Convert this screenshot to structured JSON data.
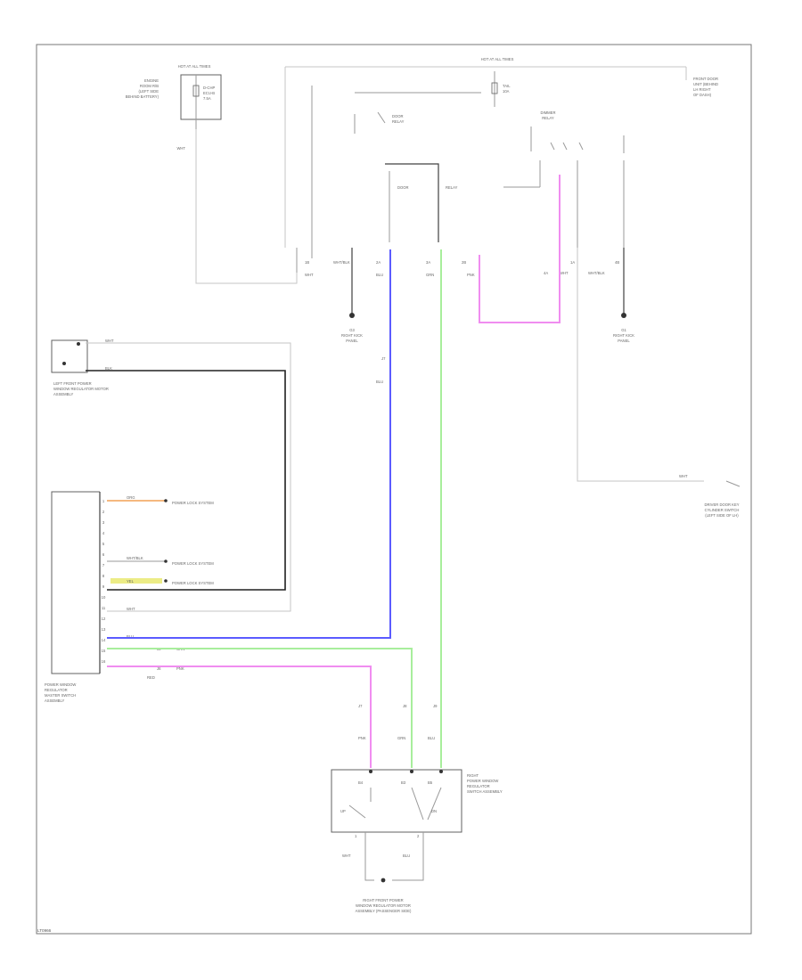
{
  "diagram": {
    "footer_code": "LT0966",
    "colors": {
      "blue": "#5b5bff",
      "green": "#a8ee9c",
      "pink": "#f08df0",
      "orange": "#f2a055",
      "yellow": "#ecec86",
      "gray": "#9a9a9a",
      "black": "#202020"
    },
    "top_left": {
      "fuse_title": "HOT AT ALL TIMES",
      "fuse_caption": [
        "ENGINE",
        "ROOM R/B",
        "(LEFT SIDE",
        "BEHIND BATTERY)"
      ],
      "fuse_name": [
        "D-CHP",
        "ECU-B",
        "7.5A"
      ],
      "wire": "WHT"
    },
    "top_center": {
      "fuse_title": "HOT AT ALL TIMES",
      "fuse_name": [
        "TAIL",
        "10A"
      ],
      "relay_name": [
        "DOOR",
        "RELAY"
      ],
      "dimmer_relay": [
        "DIMMER",
        "RELAY"
      ],
      "panel_name": [
        "FRONT DOOR",
        "UNIT (BEHIND",
        "LH RIGHT",
        "OF DASH)"
      ],
      "connectors": [
        "1B",
        "2A",
        "3A",
        "2B",
        "4A",
        "1A",
        "4B"
      ],
      "wires": [
        "WHT",
        "WHT/BLK",
        "BLU",
        "GRN",
        "PNK",
        "WHT",
        "WHT/BLK"
      ]
    },
    "grounds": [
      {
        "name": [
          "G3",
          "RIGHT KICK",
          "PANEL"
        ]
      },
      {
        "name": [
          "G1",
          "RIGHT KICK",
          "PANEL"
        ]
      }
    ],
    "left_switch": {
      "title": [
        "LEFT FRONT POWER",
        "WINDOW REGULATOR MOTOR",
        "ASSEMBLY"
      ],
      "wires": [
        "WHT",
        "BLK"
      ]
    },
    "right_side": {
      "switch_name": [
        "DRIVER DOOR KEY",
        "CYLINDER SWITCH",
        "(LEFT SIDE OF LH)"
      ],
      "wire": "WHT"
    },
    "master_switch": {
      "title": [
        "POWER WINDOW",
        "REGULATOR",
        "MASTER SWITCH",
        "ASSEMBLY"
      ],
      "pins": [
        "1",
        "2",
        "3",
        "4",
        "5",
        "6",
        "7",
        "8",
        "9",
        "10",
        "11",
        "12",
        "13",
        "14",
        "15",
        "16"
      ],
      "wire_labels": [
        "ORG",
        "WHT/BLK",
        "YEL",
        "WHT",
        "BLU",
        "GRN",
        "PNK",
        "RED"
      ],
      "refs": [
        "POWER LOCK SYSTEM",
        "POWER LOCK SYSTEM",
        "POWER LOCK SYSTEM"
      ],
      "splices": [
        "J5",
        "J6"
      ]
    },
    "bottom": {
      "switch_title": [
        "RIGHT",
        "POWER WINDOW",
        "REGULATOR",
        "SWITCH ASSEMBLY"
      ],
      "pins": [
        "B4",
        "B3",
        "B5",
        "UP",
        "DN"
      ],
      "wires": [
        "PNK",
        "GRN",
        "BLU"
      ],
      "splice_labels": [
        "J7",
        "J8",
        "J9"
      ],
      "motor_title": [
        "RIGHT FRONT POWER",
        "WINDOW REGULATOR MOTOR",
        "ASSEMBLY (PASSENGER SIDE)"
      ],
      "motor_wires": [
        "WHT",
        "BLU"
      ],
      "motor_pins": [
        "1",
        "2"
      ]
    }
  }
}
